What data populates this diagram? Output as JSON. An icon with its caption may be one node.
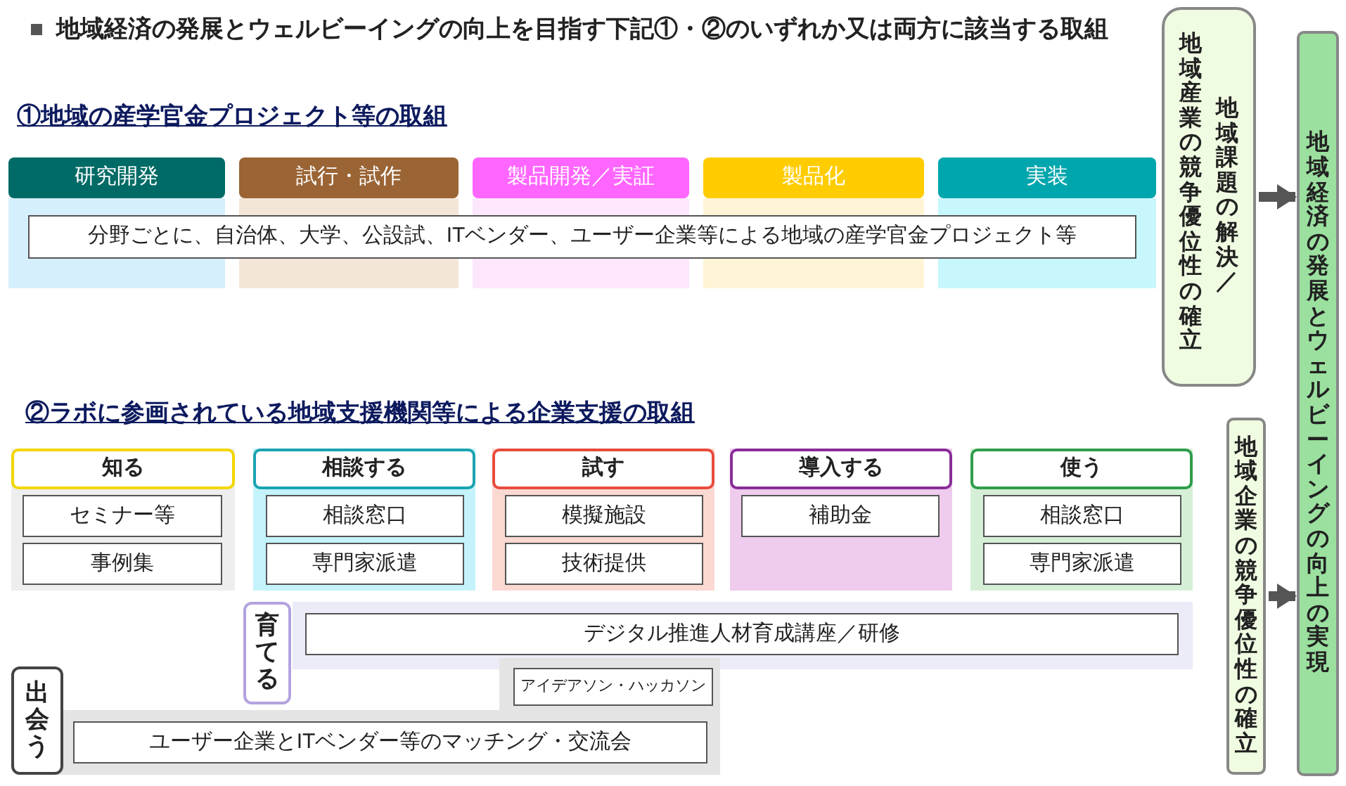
{
  "diagram": {
    "title": "地域経済の発展とウェルビーイングの向上を目指す下記①・②のいずれか又は両方に該当する取組",
    "nodes": [
      {
        "text": [
          "研究開発"
        ]
      },
      {
        "text": [
          "試行・試作"
        ]
      },
      {
        "text": [
          "製品開発／実証"
        ]
      },
      {
        "text": [
          "製品化"
        ]
      },
      {
        "text": [
          "実装"
        ]
      },
      {
        "text": [
          "分野ごとに、自治体、大学、公設試、ITベンダー、ユーザー企業等による地域の産学官金プロジェクト等"
        ]
      },
      {
        "text": [
          "知る"
        ]
      },
      {
        "text": [
          "セミナー等"
        ],
        "in": 6
      },
      {
        "text": [
          "事例集"
        ],
        "in": 6
      },
      {
        "text": [
          "相談する"
        ]
      },
      {
        "text": [
          "相談窓口"
        ],
        "in": 9
      },
      {
        "text": [
          "専門家派遣"
        ],
        "in": 9
      },
      {
        "text": [
          "試す"
        ]
      },
      {
        "text": [
          "模擬施設"
        ],
        "in": 12
      },
      {
        "text": [
          "技術提供"
        ],
        "in": 12
      },
      {
        "text": [
          "導入する"
        ]
      },
      {
        "text": [
          "補助金"
        ],
        "in": 15
      },
      {
        "text": [
          "使う"
        ]
      },
      {
        "text": [
          "相談窓口"
        ],
        "in": 17
      },
      {
        "text": [
          "専門家派遣"
        ],
        "in": 17
      },
      {
        "text": [
          "育てる"
        ]
      },
      {
        "text": [
          "デジタル推進人材育成講座／研修"
        ]
      },
      {
        "text": [
          "アイデアソン・ハッカソン"
        ]
      },
      {
        "text": [
          "出会う"
        ]
      },
      {
        "text": [
          "ユーザー企業とITベンダー等のマッチング・交流会"
        ]
      },
      {
        "text": [
          "地域産業の競争優位性の確立",
          "地域課題の解決／"
        ]
      },
      {
        "text": [
          "地域企業の競争優位性の確立"
        ]
      },
      {
        "text": [
          "地域経済の発展とウェルビーイングの向上の実現"
        ]
      }
    ],
    "edges": [
      {
        "from": 25,
        "to": 27,
        "arrow": "to"
      },
      {
        "from": 26,
        "to": 27,
        "arrow": "to"
      }
    ],
    "labels": [
      "①地域の産学官金プロジェクト等の取組",
      "②ラボに参画されている地域支援機関等による企業支援の取組"
    ]
  }
}
